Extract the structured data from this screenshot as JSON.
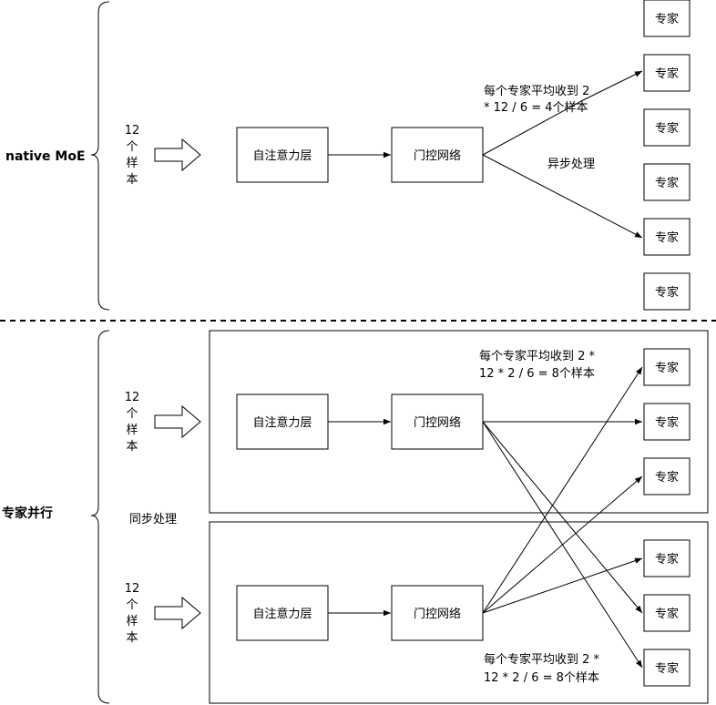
{
  "labels": {
    "native_moe": "native MoE",
    "expert_parallel": "专家并行",
    "samples_num": "12",
    "samples_ge": "个",
    "samples_yang": "样",
    "samples_ben": "本",
    "attention_layer": "自注意力层",
    "gating_network": "门控网络",
    "expert": "专家",
    "async_processing": "异步处理",
    "sync_processing": "同步处理",
    "native_note_line1": "每个专家平均收到 2",
    "native_note_line2": "* 12 / 6 = 4个样本",
    "parallel_note_top_line1": "每个专家平均收到 2 *",
    "parallel_note_top_line2": "12 * 2 / 6 = 8个样本",
    "parallel_note_bottom_line1": "每个专家平均收到 2 *",
    "parallel_note_bottom_line2": "12 * 2 / 6 = 8个样本"
  }
}
